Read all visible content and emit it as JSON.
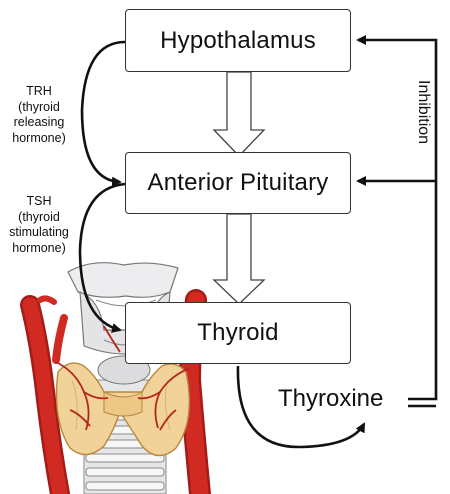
{
  "diagram": {
    "nodes": {
      "hypothalamus": "Hypothalamus",
      "anterior_pituitary": "Anterior Pituitary",
      "thyroid": "Thyroid"
    },
    "hormones": {
      "trh": [
        "TRH",
        "(thyroid",
        "releasing",
        "hormone)"
      ],
      "tsh": [
        "TSH",
        "(thyroid",
        "stimulating",
        "hormone)"
      ],
      "thyroxine": "Thyroxine"
    },
    "feedback_label": "Inhibition",
    "colors": {
      "box_border": "#333333",
      "arrow": "#111111",
      "artery_red": "#d12a23",
      "thyroid_tissue": "#f1d39a",
      "cartilage": "#e9e9ea"
    }
  }
}
